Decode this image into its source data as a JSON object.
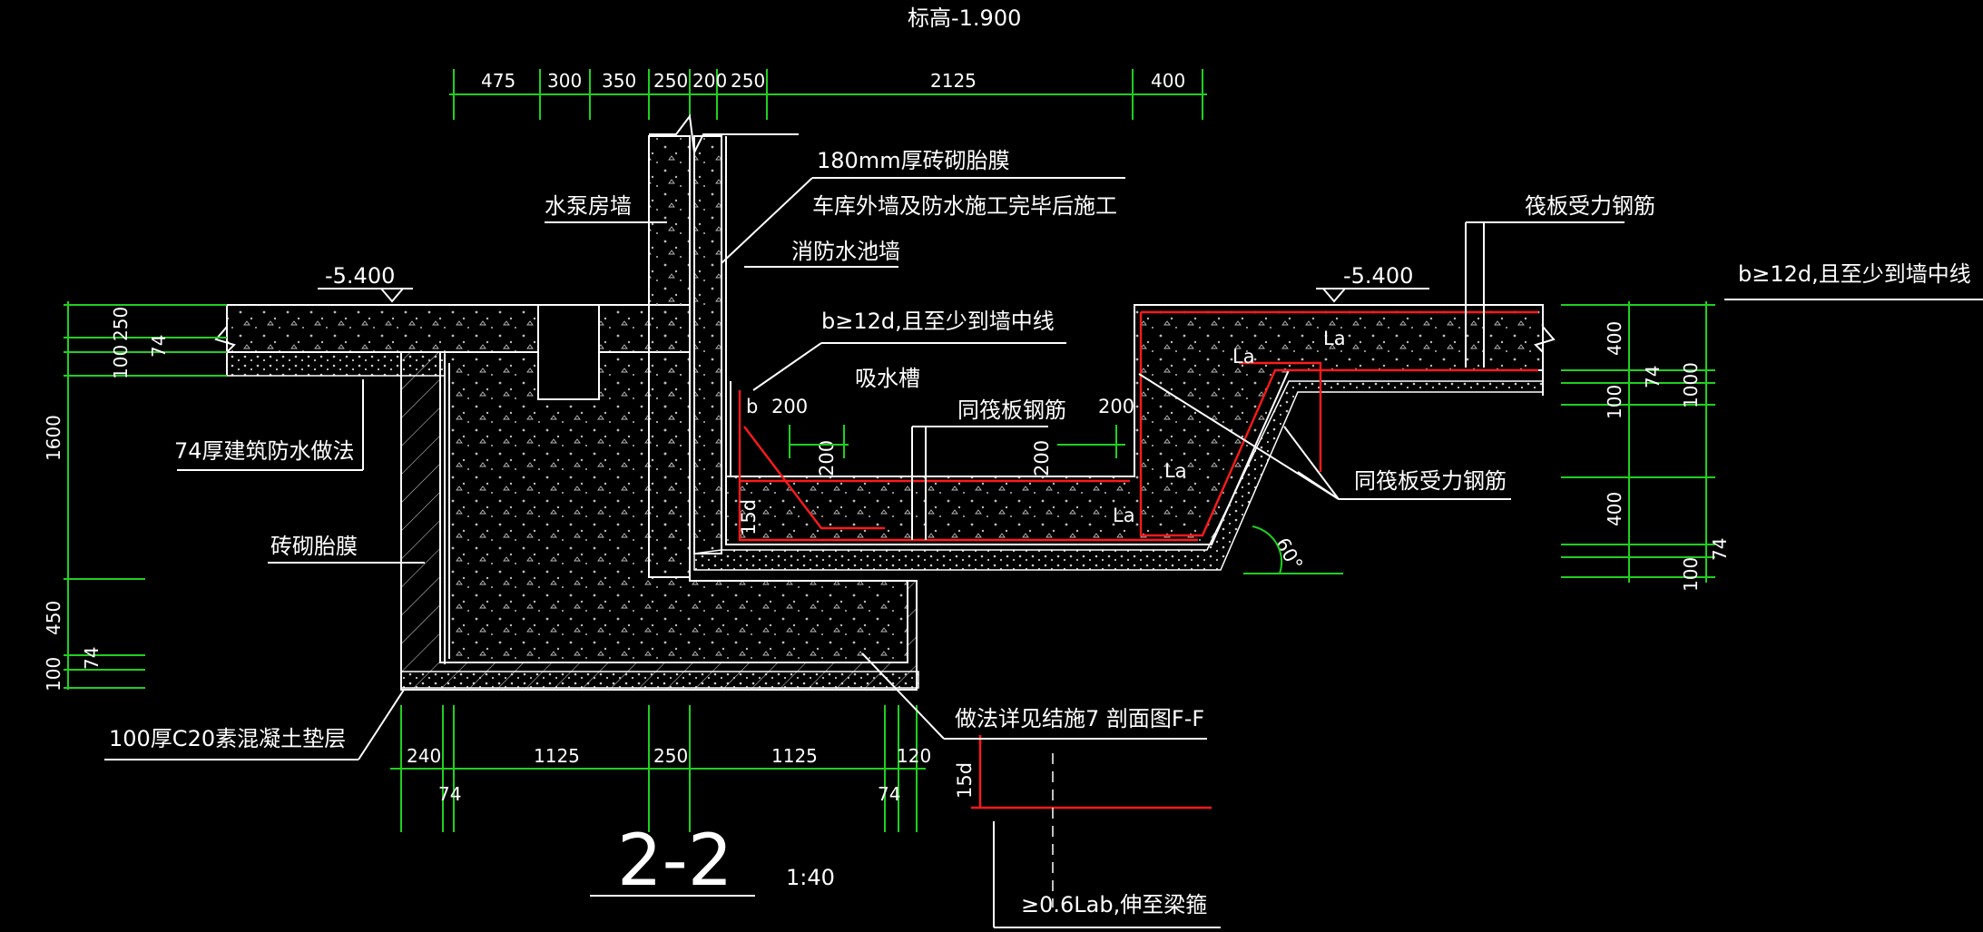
{
  "top_label": "标高-1.900",
  "section_title": "2-2",
  "scale": "1:40",
  "elevations": {
    "left": "-5.400",
    "right": "-5.400"
  },
  "top_dims": [
    "475",
    "300",
    "350",
    "250",
    "200",
    "250",
    "2125",
    "400"
  ],
  "bottom_dims": [
    "240",
    "1125",
    "250",
    "1125",
    "120"
  ],
  "bottom_small_dims": [
    "74",
    "74"
  ],
  "left_dims": [
    "250",
    "74",
    "100",
    "1600",
    "450",
    "74",
    "100"
  ],
  "right_dims": [
    "400",
    "74",
    "100",
    "1000",
    "400",
    "74",
    "100"
  ],
  "labels": {
    "film_180": "180mm厚砖砌胎膜",
    "after_work": "车库外墙及防水施工完毕后施工",
    "pump_wall": "水泵房墙",
    "fire_wall": "消防水池墙",
    "raft_rebar_top": "筏板受力钢筋",
    "b12d_right": "b≥12d,且至少到墙中线",
    "b12d_mid": "b≥12d,且至少到墙中线",
    "sump": "吸水槽",
    "same_raft": "同筏板钢筋",
    "same_raft_force": "同筏板受力钢筋",
    "waterproof_74": "74厚建筑防水做法",
    "brick_film": "砖砌胎膜",
    "c20_pad": "100厚C20素混凝土垫层",
    "detail_ref": "做法详见结施7 剖面图F-F",
    "lab_note": "≥0.6Lab,伸至梁箍",
    "b": "b",
    "d200_1": "200",
    "d200_2": "200",
    "d200_3": "200",
    "d200_4": "200",
    "d15d_1": "15d",
    "d15d_2": "15d",
    "la_1": "La",
    "la_2": "La",
    "la_3": "La",
    "la_4": "La",
    "angle": "60°"
  }
}
